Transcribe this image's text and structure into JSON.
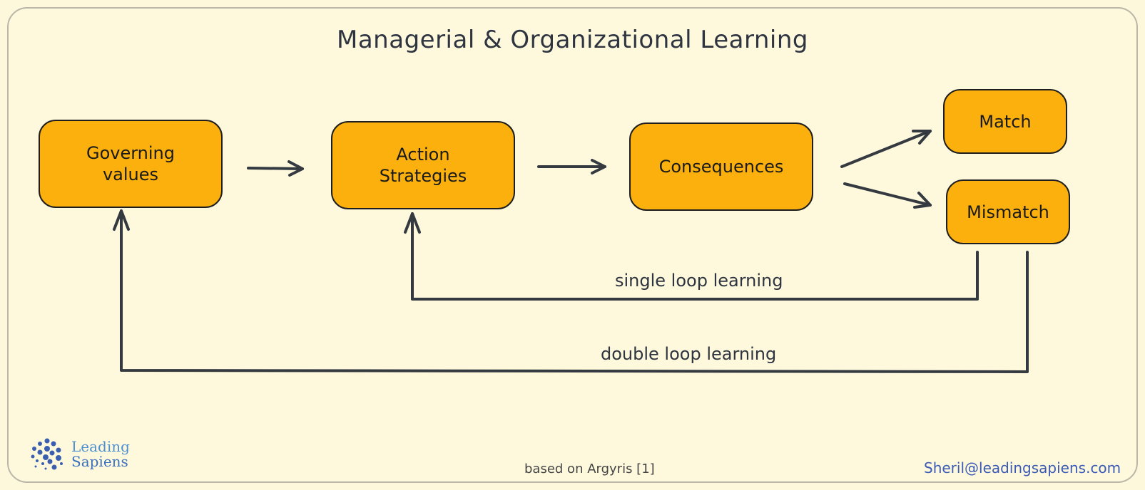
{
  "title": "Managerial & Organizational Learning",
  "nodes": {
    "governing_values": "Governing\nvalues",
    "action_strategies": "Action\nStrategies",
    "consequences": "Consequences",
    "match": "Match",
    "mismatch": "Mismatch"
  },
  "edges": {
    "single_loop": "single loop learning",
    "double_loop": "double loop learning"
  },
  "colors": {
    "box_fill": "#fbb00d",
    "background": "#fef9dd",
    "stroke": "#343a40",
    "email": "#3a5ab5"
  },
  "footer": {
    "logo_line1": "Leading",
    "logo_line2": "Sapiens",
    "note": "based on Argyris [1]",
    "email": "Sheril@leadingsapiens.com"
  }
}
